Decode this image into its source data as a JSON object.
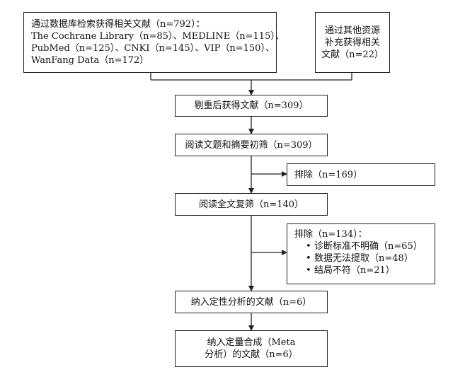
{
  "boxes": {
    "database_search": {
      "lines": [
        "通过数据库检索获得相关文献（n=792）：",
        "The Cochrane Library（n=85）、MEDLINE（n=115）、",
        "PubMed（n=125）、CNKI（n=145）、VIP（n=150）、",
        "WanFang Data（n=172）"
      ]
    },
    "other_sources": {
      "lines": [
        "通过其他资源",
        "补充获得相关",
        "文献（n=22）"
      ]
    },
    "after_dedup": {
      "text": "剔重后获得文献（n=309）"
    },
    "title_abstract_screen": {
      "text": "阅读文题和摘要初筛（n=309）"
    },
    "excluded_first": {
      "text": "排除（n=169）"
    },
    "fulltext_screen": {
      "text": "阅读全文复筛（n=140）"
    },
    "excluded_second": {
      "title": "排除（n=134）：",
      "reasons": [
        "诊断标准不明确（n=65）",
        "数据无法提取（n=48）",
        "结局不符（n=21）"
      ]
    },
    "qualitative": {
      "text": "纳入定性分析的文献（n=6）"
    },
    "quantitative": {
      "lines": [
        "纳入定量合成（Meta",
        "分析）的文献（n=6）"
      ]
    }
  },
  "bullet_symbol": "•"
}
